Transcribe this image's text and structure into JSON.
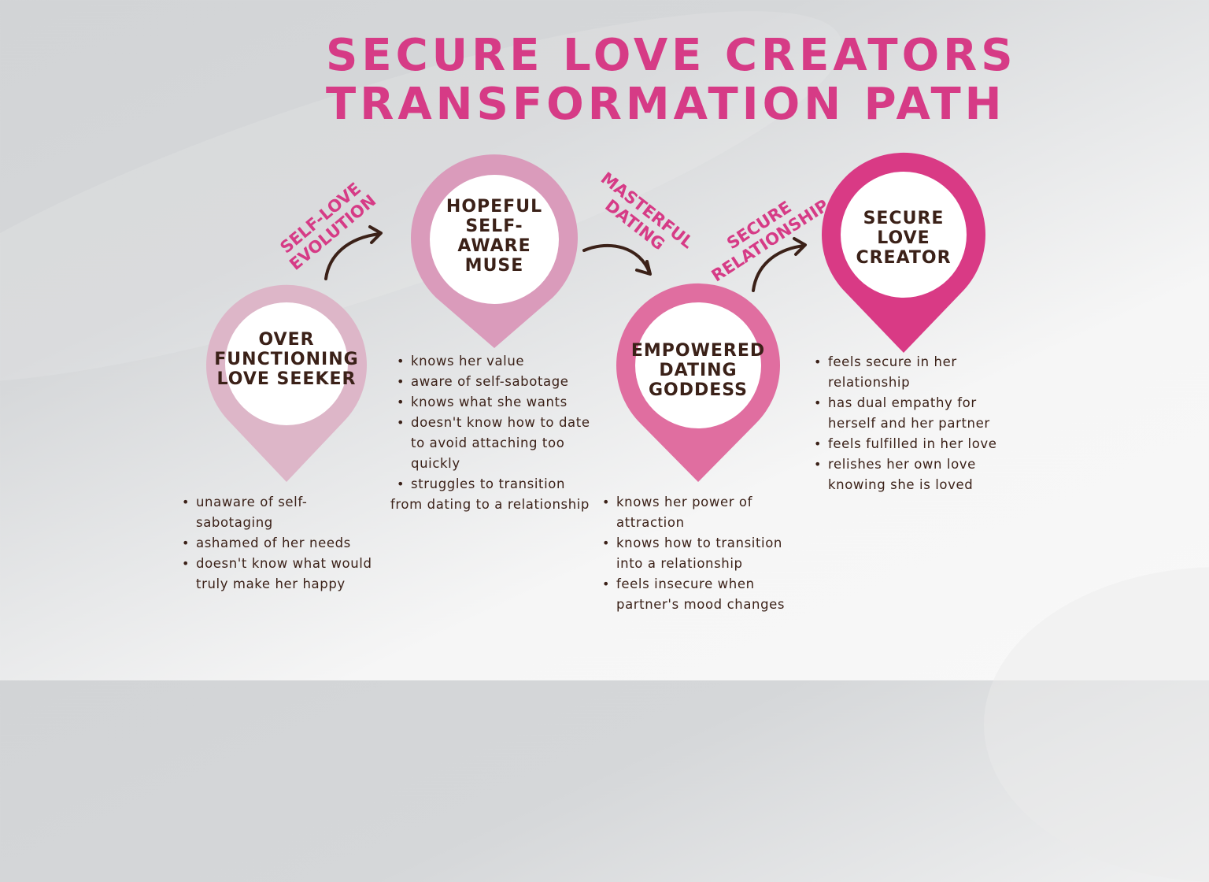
{
  "title": {
    "line1": "SECURE LOVE CREATORS",
    "line2": "TRANSFORMATION PATH",
    "color": "#d63b86"
  },
  "colors": {
    "text": "#3b2118",
    "accent": "#d63b86",
    "arrow": "#3b2118",
    "pin1": "#ddb6c8",
    "pin2": "#da9bbb",
    "pin3": "#e06ea0",
    "pin4": "#d93a85"
  },
  "transitions": [
    {
      "line1": "SELF-LOVE",
      "line2": "EVOLUTION",
      "icon": "curved-arrow-up-right-icon"
    },
    {
      "line1": "MASTERFUL",
      "line2": "DATING",
      "icon": "curved-arrow-down-right-icon"
    },
    {
      "line1": "SECURE",
      "line2": "RELATIONSHIP",
      "icon": "curved-arrow-up-right-icon"
    }
  ],
  "stages": [
    {
      "name_lines": [
        "OVER",
        "FUNCTIONING",
        "LOVE SEEKER"
      ],
      "icon": "map-pin-icon",
      "traits": [
        {
          "text": "unaware of self-",
          "cont": "sabotaging"
        },
        {
          "text": "ashamed of her needs"
        },
        {
          "text": "doesn't know what would",
          "cont": "truly make her happy"
        }
      ]
    },
    {
      "name_lines": [
        "HOPEFUL",
        "SELF-",
        "AWARE",
        "MUSE"
      ],
      "icon": "map-pin-icon",
      "traits": [
        {
          "text": "knows her value"
        },
        {
          "text": "aware of self-sabotage"
        },
        {
          "text": "knows what she wants"
        },
        {
          "text": "doesn't know how to date",
          "cont": "to avoid attaching too",
          "cont2": "quickly"
        },
        {
          "text": "struggles to transition",
          "cont": "from dating to a relationship"
        }
      ]
    },
    {
      "name_lines": [
        "EMPOWERED",
        "DATING",
        "GODDESS"
      ],
      "icon": "map-pin-icon",
      "traits": [
        {
          "text": "knows her power of",
          "cont": "attraction"
        },
        {
          "text": "knows how to transition",
          "cont": "into a relationship"
        },
        {
          "text": "feels insecure when",
          "cont": "partner's mood changes"
        }
      ]
    },
    {
      "name_lines": [
        "SECURE",
        "LOVE",
        "CREATOR"
      ],
      "icon": "map-pin-icon",
      "traits": [
        {
          "text": "feels secure in her",
          "cont": "relationship"
        },
        {
          "text": "has dual empathy for",
          "cont": "herself and her partner"
        },
        {
          "text": "feels fulfilled in her love"
        },
        {
          "text": "relishes her own love",
          "cont": "knowing she is loved"
        }
      ]
    }
  ]
}
